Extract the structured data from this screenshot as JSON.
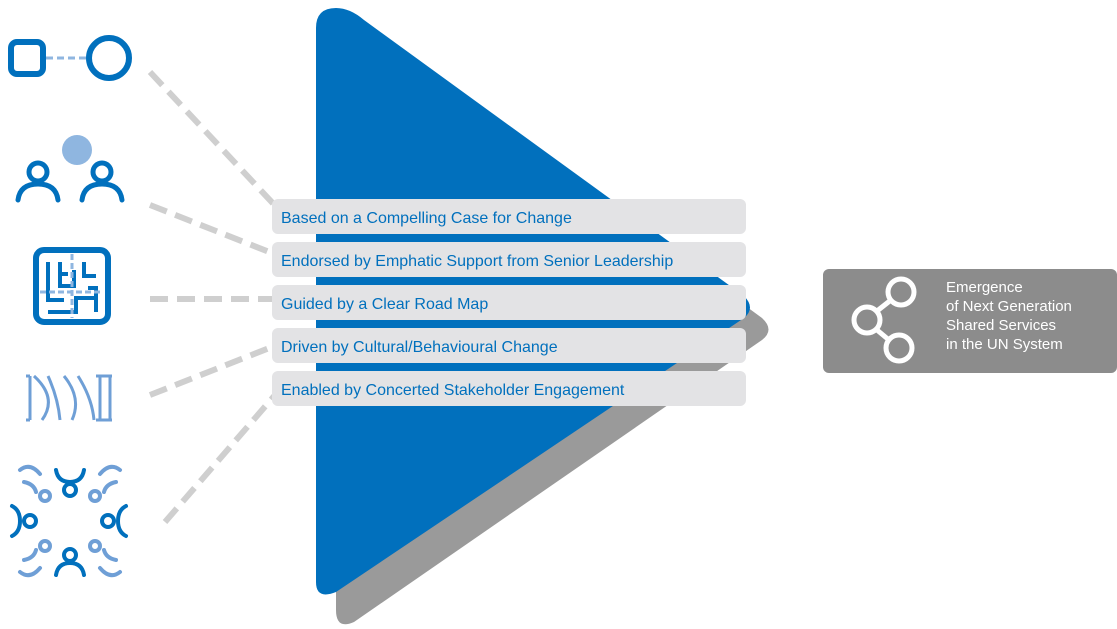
{
  "colors": {
    "primary_blue": "#0170bd",
    "light_blue": "#8fb6e0",
    "arrow_shadow_gray": "#9a9a9a",
    "connector_gray": "#cfcfcf",
    "label_bg": "#e3e3e5",
    "output_box_bg": "#8c8c8c",
    "output_text": "#ffffff"
  },
  "enablers": [
    {
      "label": "Based on a Compelling Case for Change",
      "icon": "linked-shapes-icon"
    },
    {
      "label": "Endorsed by Emphatic Support from Senior Leadership",
      "icon": "people-conversation-icon"
    },
    {
      "label": "Guided by a Clear Road Map",
      "icon": "maze-map-icon"
    },
    {
      "label": "Driven by Cultural/Behavioural Change",
      "icon": "dna-icon"
    },
    {
      "label": "Enabled by Concerted Stakeholder Engagement",
      "icon": "stakeholder-circle-icon"
    }
  ],
  "outcome": {
    "lines": [
      "Emergence",
      "of Next Generation",
      "Shared Services",
      "in the UN System"
    ],
    "icon": "network-nodes-icon"
  }
}
